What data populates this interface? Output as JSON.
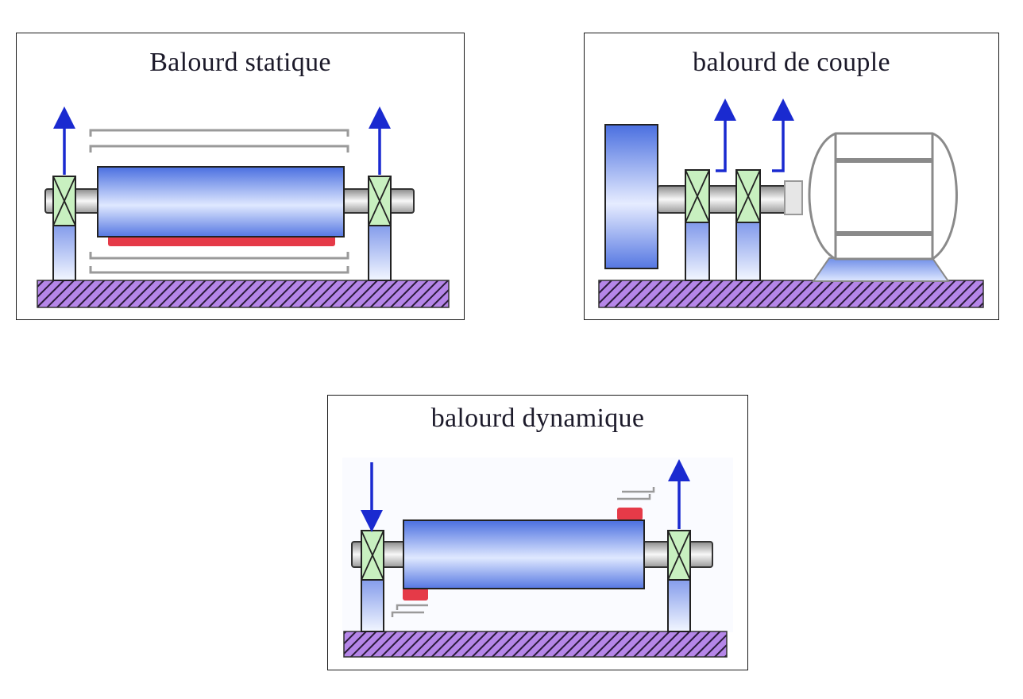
{
  "panels": {
    "static": {
      "title": "Balourd statique"
    },
    "couple": {
      "title": "balourd de couple"
    },
    "dynamic": {
      "title": "balourd dynamique"
    }
  },
  "colors": {
    "rotor_dark": "#4a6fe0",
    "rotor_light": "#eef3ff",
    "bearing_fill": "#c8f0c0",
    "support_fill": "#8fa8ee",
    "ground_fill": "#b586e8",
    "unbalance_mass": "#e53a48",
    "force_arrow": "#1a2ad0",
    "motion_lines": "#9a9a9a",
    "motor_outline": "#8a8a8a"
  }
}
